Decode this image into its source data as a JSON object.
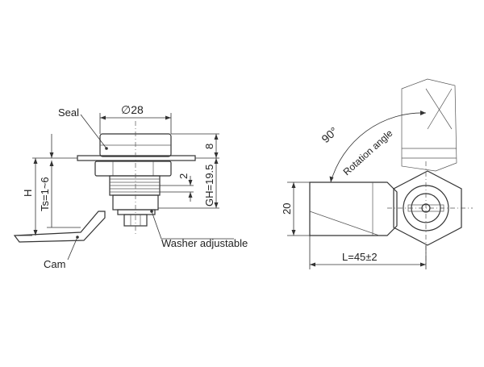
{
  "labels": {
    "seal": "Seal",
    "diameter": "∅28",
    "cam": "Cam",
    "washer": "Washer adjustable",
    "h": "H",
    "ts": "Ts=1~6",
    "dim_8": "8",
    "dim_2": "2",
    "gh": "GH=19.5",
    "dim_20": "20",
    "length": "L=45±2",
    "angle": "90°",
    "rotation": "Rotation angle"
  },
  "colors": {
    "line": "#333333",
    "metal_light": "#e6e6e6",
    "metal_mid": "#bdbdbd",
    "metal_dark": "#8a8a8a"
  }
}
